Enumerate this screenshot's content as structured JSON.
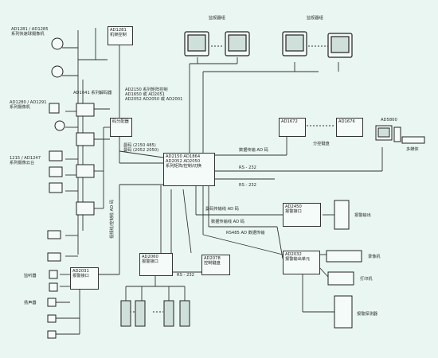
{
  "camera_groups": [
    {
      "id": "dome",
      "label": "AD1281 / AD1285\n系列快速球摄像机"
    },
    {
      "id": "fixed",
      "label": "AD1280 / AD1291\n系列摄像机"
    },
    {
      "id": "ptz",
      "label": "1215 / AD1247\n系列摄像云台"
    }
  ],
  "boxes": {
    "ad1281": "AD1281\n机架控制",
    "ad1641": "AD1641 系列解码器",
    "code_dist": "码分配器",
    "matrix": "AD2150  AD1864\nAD2052  AD2050\n系列矩阵/控制/切换",
    "ad1672": "AD1672",
    "ad1676": "AD1676",
    "ad2450": "AD2450\n报警接口",
    "ad2032": "AD2032\n报警输出单元",
    "ad2031": "AD2031\n报警接口",
    "ad2060": "AD2060\n报警接口",
    "ad2078": "AD2078\n控制键盘"
  },
  "annotations": {
    "mid_note": "AD2150 系列矩阵控制\nAD1650 或 AD2051\nAD2052 AD2050 或 AD2001",
    "note_code": "曼码 (2150 485)\n曼码 (2052 2050)",
    "data_link": "数据传输 AD 码",
    "rs232_a": "RS - 232",
    "rs232_b": "RS - 232",
    "rs232_c": "RS - 232",
    "alarm_line1": "曼码传输线 AD 码",
    "alarm_line2": "数据传输线 AD 码",
    "ad_line": "RS485 AD 数据传输",
    "monitor_top": "监视器组",
    "monitor_top2": "监视器组",
    "pc": "AD5800",
    "pc_sub": "多媒体",
    "kbd_label": "分控键盘",
    "alarm_out": "报警输出",
    "vcr": "录像机",
    "printer": "打印机",
    "sensors": "报警探测器",
    "speaker1": "监听器",
    "speaker2": "扬声器",
    "vline": "视频线/控制线 AD 码"
  }
}
